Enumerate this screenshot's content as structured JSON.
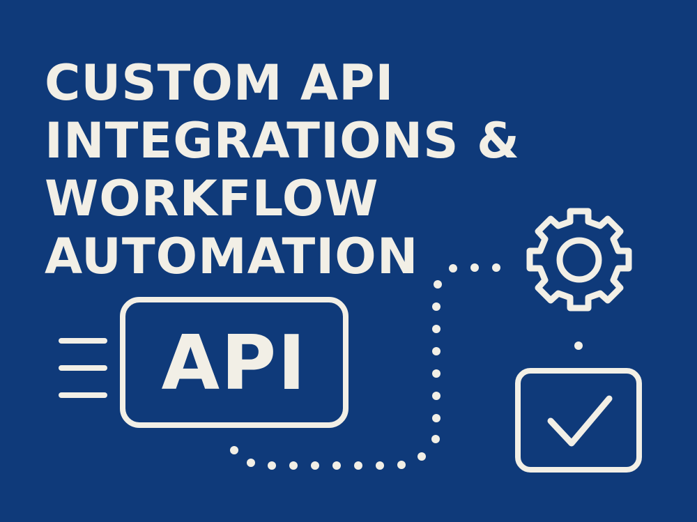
{
  "headline": {
    "lines": [
      "CUSTOM API",
      "INTEGRATIONS &",
      "WORKFLOW",
      "AUTOMATION"
    ]
  },
  "api_box": {
    "label": "API"
  },
  "icons": {
    "speed_lines": "speed-lines-icon",
    "gear": "gear-icon",
    "check": "checkmark-icon",
    "connector": "dotted-connector"
  },
  "colors": {
    "background": "#0f3a7a",
    "foreground": "#f2efe6"
  }
}
